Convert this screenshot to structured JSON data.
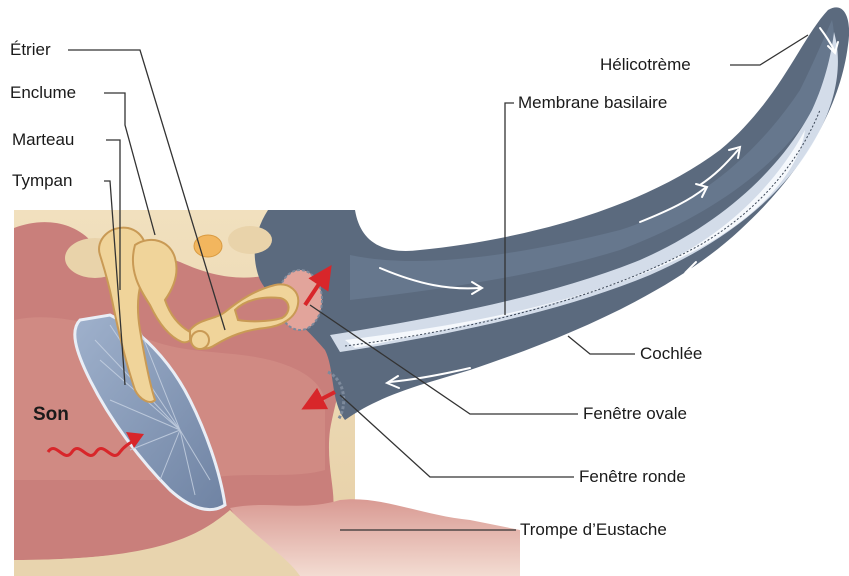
{
  "labels": {
    "etrier": "Étrier",
    "enclume": "Enclume",
    "marteau": "Marteau",
    "tympan": "Tympan",
    "son": "Son",
    "helicotreme": "Hélicotrème",
    "membrane_basilaire": "Membrane basilaire",
    "cochlee": "Cochlée",
    "fenetre_ovale": "Fenêtre ovale",
    "fenetre_ronde": "Fenêtre ronde",
    "trompe": "Trompe d’Eustache"
  },
  "colors": {
    "bone": "#eedcb6",
    "middle_ear": "#c97f7b",
    "middle_ear_light": "#e3aaa4",
    "cochlea": "#5b6a7e",
    "membrane": "#dde6f2",
    "ossicle": "#f0d49a",
    "arrow_red": "#d8262a",
    "leader": "#333333"
  },
  "icons": [
    "sound-wave-arrow",
    "flow-arrows",
    "pressure-arrows"
  ]
}
